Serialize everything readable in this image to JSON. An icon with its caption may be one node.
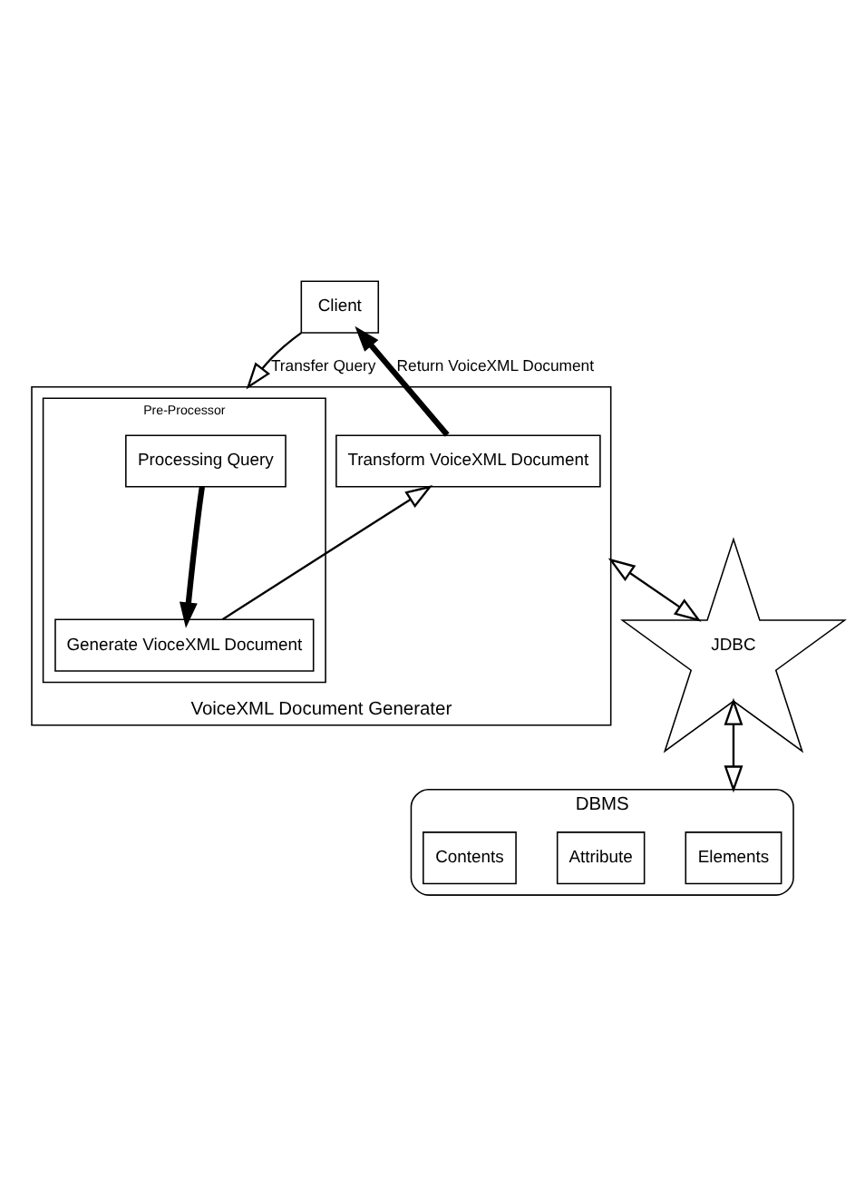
{
  "diagram": {
    "nodes": [
      {
        "text": [
          "Client"
        ]
      },
      {
        "text": [
          "VoiceXML Document Generater"
        ]
      },
      {
        "text": [
          "Pre-Processor"
        ],
        "in": 1
      },
      {
        "text": [
          "Processing Query"
        ],
        "in": 2
      },
      {
        "text": [
          "Generate VioceXML Document"
        ],
        "in": 2
      },
      {
        "text": [
          "Transform VoiceXML Document"
        ],
        "in": 1
      },
      {
        "text": [
          "JDBC"
        ]
      },
      {
        "text": [
          "DBMS"
        ]
      },
      {
        "text": [
          "Elements"
        ],
        "in": 7
      },
      {
        "text": [
          "Attribute"
        ],
        "in": 7
      },
      {
        "text": [
          "Contents"
        ],
        "in": 7
      }
    ],
    "edges": [
      {
        "from": 0,
        "to": 1,
        "arrow": "to",
        "label": "Transfer Query"
      },
      {
        "from": 5,
        "to": 0,
        "arrow": "to",
        "label": "Return VoiceXML Document",
        "style": "thick"
      },
      {
        "from": 3,
        "to": 4,
        "arrow": "to",
        "style": "thick"
      },
      {
        "from": 4,
        "to": 5,
        "arrow": "to"
      },
      {
        "from": 1,
        "to": 6,
        "arrow": "both"
      },
      {
        "from": 6,
        "to": 7,
        "arrow": "both"
      }
    ]
  }
}
